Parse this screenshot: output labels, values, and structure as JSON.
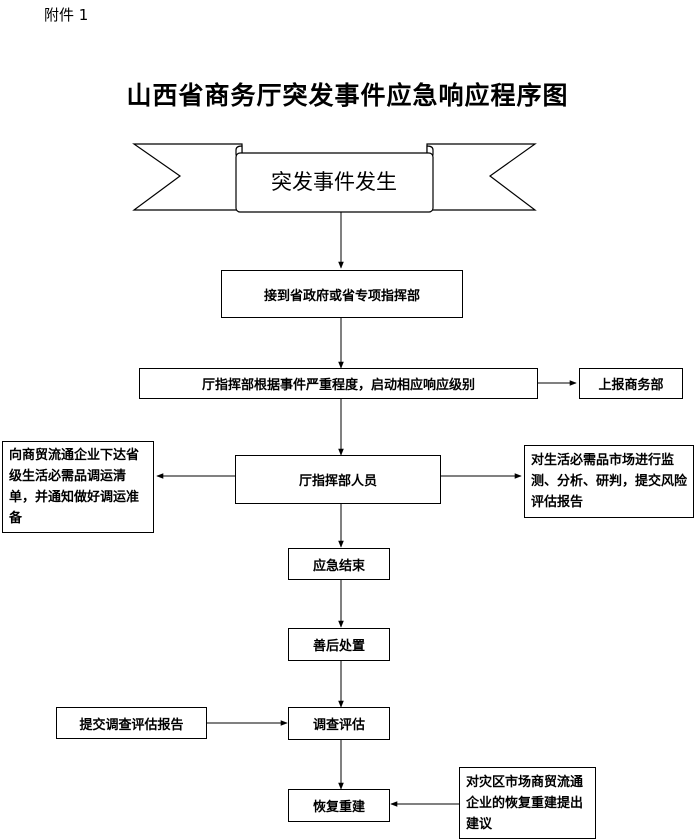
{
  "attachment_label": "附件 1",
  "title": "山西省商务厅突发事件应急响应程序图",
  "nodes": {
    "start": "突发事件发生",
    "receive": "接到省政府或省专项指挥部",
    "level": "厅指挥部根据事件严重程度，启动相应响应级别",
    "report": "上报商务部",
    "staff": "厅指挥部人员",
    "left_task": "向商贸流通企业下达省级生活必需品调运清单，并通知做好调运准备",
    "right_task": "对生活必需品市场进行监测、分析、研判，提交风险评估报告",
    "end": "应急结束",
    "aftercare": "善后处置",
    "survey": "调查评估",
    "submit": "提交调查评估报告",
    "recover": "恢复重建",
    "advice": "对灾区市场商贸流通企业的恢复重建提出建议"
  }
}
